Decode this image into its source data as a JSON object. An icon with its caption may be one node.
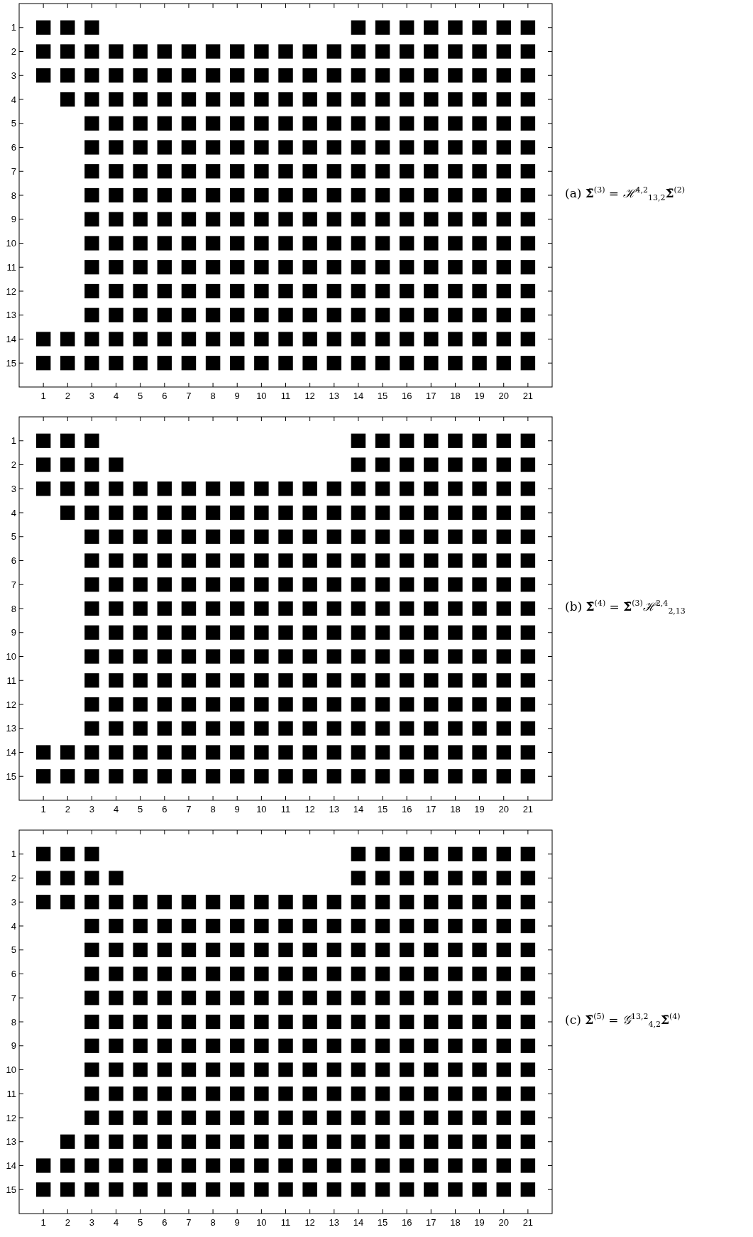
{
  "diagram": {
    "chart_data": [
      {
        "type": "scatter",
        "title": "(a) **Σ̄**$^{(3)}$ = *ℋ*$^{4,2}$$_{13,2}$**Σ̄**$^{(2)}$",
        "xlim": [
          0,
          22
        ],
        "ylim": [
          16,
          0
        ],
        "xticks": [
          1,
          2,
          3,
          4,
          5,
          6,
          7,
          8,
          9,
          10,
          11,
          12,
          13,
          14,
          15,
          16,
          17,
          18,
          19,
          20,
          21
        ],
        "yticks": [
          1,
          2,
          3,
          4,
          5,
          6,
          7,
          8,
          9,
          10,
          11,
          12,
          13,
          14,
          15
        ],
        "x": [
          1,
          2,
          3,
          14,
          15,
          16,
          17,
          18,
          19,
          20,
          21,
          1,
          2,
          3,
          4,
          5,
          6,
          7,
          8,
          9,
          10,
          11,
          12,
          13,
          14,
          15,
          16,
          17,
          18,
          19,
          20,
          21,
          1,
          2,
          3,
          4,
          5,
          6,
          7,
          8,
          9,
          10,
          11,
          12,
          13,
          14,
          15,
          16,
          17,
          18,
          19,
          20,
          21,
          2,
          3,
          4,
          5,
          6,
          7,
          8,
          9,
          10,
          11,
          12,
          13,
          14,
          15,
          16,
          17,
          18,
          19,
          20,
          21,
          3,
          4,
          5,
          6,
          7,
          8,
          9,
          10,
          11,
          12,
          13,
          14,
          15,
          16,
          17,
          18,
          19,
          20,
          21,
          3,
          4,
          5,
          6,
          7,
          8,
          9,
          10,
          11,
          12,
          13,
          14,
          15,
          16,
          17,
          18,
          19,
          20,
          21,
          3,
          4,
          5,
          6,
          7,
          8,
          9,
          10,
          11,
          12,
          13,
          14,
          15,
          16,
          17,
          18,
          19,
          20,
          21,
          3,
          4,
          5,
          6,
          7,
          8,
          9,
          10,
          11,
          12,
          13,
          14,
          15,
          16,
          17,
          18,
          19,
          20,
          21,
          3,
          4,
          5,
          6,
          7,
          8,
          9,
          10,
          11,
          12,
          13,
          14,
          15,
          16,
          17,
          18,
          19,
          20,
          21,
          3,
          4,
          5,
          6,
          7,
          8,
          9,
          10,
          11,
          12,
          13,
          14,
          15,
          16,
          17,
          18,
          19,
          20,
          21,
          3,
          4,
          5,
          6,
          7,
          8,
          9,
          10,
          11,
          12,
          13,
          14,
          15,
          16,
          17,
          18,
          19,
          20,
          21,
          3,
          4,
          5,
          6,
          7,
          8,
          9,
          10,
          11,
          12,
          13,
          14,
          15,
          16,
          17,
          18,
          19,
          20,
          21,
          3,
          4,
          5,
          6,
          7,
          8,
          9,
          10,
          11,
          12,
          13,
          14,
          15,
          16,
          17,
          18,
          19,
          20,
          21,
          1,
          2,
          3,
          4,
          5,
          6,
          7,
          8,
          9,
          10,
          11,
          12,
          13,
          14,
          15,
          16,
          17,
          18,
          19,
          20,
          21,
          1,
          2,
          3,
          4,
          5,
          6,
          7,
          8,
          9,
          10,
          11,
          12,
          13,
          14,
          15,
          16,
          17,
          18,
          19,
          20,
          21
        ],
        "values": [
          1,
          1,
          1,
          1,
          1,
          1,
          1,
          1,
          1,
          1,
          1,
          2,
          2,
          2,
          2,
          2,
          2,
          2,
          2,
          2,
          2,
          2,
          2,
          2,
          2,
          2,
          2,
          2,
          2,
          2,
          2,
          2,
          3,
          3,
          3,
          3,
          3,
          3,
          3,
          3,
          3,
          3,
          3,
          3,
          3,
          3,
          3,
          3,
          3,
          3,
          3,
          3,
          3,
          4,
          4,
          4,
          4,
          4,
          4,
          4,
          4,
          4,
          4,
          4,
          4,
          4,
          4,
          4,
          4,
          4,
          4,
          4,
          4,
          5,
          5,
          5,
          5,
          5,
          5,
          5,
          5,
          5,
          5,
          5,
          5,
          5,
          5,
          5,
          5,
          5,
          5,
          5,
          6,
          6,
          6,
          6,
          6,
          6,
          6,
          6,
          6,
          6,
          6,
          6,
          6,
          6,
          6,
          6,
          6,
          6,
          6,
          7,
          7,
          7,
          7,
          7,
          7,
          7,
          7,
          7,
          7,
          7,
          7,
          7,
          7,
          7,
          7,
          7,
          7,
          7,
          8,
          8,
          8,
          8,
          8,
          8,
          8,
          8,
          8,
          8,
          8,
          8,
          8,
          8,
          8,
          8,
          8,
          8,
          8,
          9,
          9,
          9,
          9,
          9,
          9,
          9,
          9,
          9,
          9,
          9,
          9,
          9,
          9,
          9,
          9,
          9,
          9,
          9,
          10,
          10,
          10,
          10,
          10,
          10,
          10,
          10,
          10,
          10,
          10,
          10,
          10,
          10,
          10,
          10,
          10,
          10,
          10,
          11,
          11,
          11,
          11,
          11,
          11,
          11,
          11,
          11,
          11,
          11,
          11,
          11,
          11,
          11,
          11,
          11,
          11,
          11,
          12,
          12,
          12,
          12,
          12,
          12,
          12,
          12,
          12,
          12,
          12,
          12,
          12,
          12,
          12,
          12,
          12,
          12,
          12,
          13,
          13,
          13,
          13,
          13,
          13,
          13,
          13,
          13,
          13,
          13,
          13,
          13,
          13,
          13,
          13,
          13,
          13,
          13,
          14,
          14,
          14,
          14,
          14,
          14,
          14,
          14,
          14,
          14,
          14,
          14,
          14,
          14,
          14,
          14,
          14,
          14,
          14,
          14,
          14,
          15,
          15,
          15,
          15,
          15,
          15,
          15,
          15,
          15,
          15,
          15,
          15,
          15,
          15,
          15,
          15,
          15,
          15,
          15,
          15,
          15
        ]
      },
      {
        "type": "scatter",
        "title": "(b) **Σ̄**$^{(4)}$ = **Σ̄**$^{(3)}$*ℋ*$^{2,4}$$_{2,13}$",
        "xlim": [
          0,
          22
        ],
        "ylim": [
          16,
          0
        ],
        "xticks": [
          1,
          2,
          3,
          4,
          5,
          6,
          7,
          8,
          9,
          10,
          11,
          12,
          13,
          14,
          15,
          16,
          17,
          18,
          19,
          20,
          21
        ],
        "yticks": [
          1,
          2,
          3,
          4,
          5,
          6,
          7,
          8,
          9,
          10,
          11,
          12,
          13,
          14,
          15
        ],
        "x": [
          1,
          2,
          3,
          14,
          15,
          16,
          17,
          18,
          19,
          20,
          21,
          1,
          2,
          3,
          4,
          14,
          15,
          16,
          17,
          18,
          19,
          20,
          21,
          1,
          2,
          3,
          4,
          5,
          6,
          7,
          8,
          9,
          10,
          11,
          12,
          13,
          14,
          15,
          16,
          17,
          18,
          19,
          20,
          21,
          2,
          3,
          4,
          5,
          6,
          7,
          8,
          9,
          10,
          11,
          12,
          13,
          14,
          15,
          16,
          17,
          18,
          19,
          20,
          21,
          3,
          4,
          5,
          6,
          7,
          8,
          9,
          10,
          11,
          12,
          13,
          14,
          15,
          16,
          17,
          18,
          19,
          20,
          21,
          3,
          4,
          5,
          6,
          7,
          8,
          9,
          10,
          11,
          12,
          13,
          14,
          15,
          16,
          17,
          18,
          19,
          20,
          21,
          3,
          4,
          5,
          6,
          7,
          8,
          9,
          10,
          11,
          12,
          13,
          14,
          15,
          16,
          17,
          18,
          19,
          20,
          21,
          3,
          4,
          5,
          6,
          7,
          8,
          9,
          10,
          11,
          12,
          13,
          14,
          15,
          16,
          17,
          18,
          19,
          20,
          21,
          3,
          4,
          5,
          6,
          7,
          8,
          9,
          10,
          11,
          12,
          13,
          14,
          15,
          16,
          17,
          18,
          19,
          20,
          21,
          3,
          4,
          5,
          6,
          7,
          8,
          9,
          10,
          11,
          12,
          13,
          14,
          15,
          16,
          17,
          18,
          19,
          20,
          21,
          3,
          4,
          5,
          6,
          7,
          8,
          9,
          10,
          11,
          12,
          13,
          14,
          15,
          16,
          17,
          18,
          19,
          20,
          21,
          3,
          4,
          5,
          6,
          7,
          8,
          9,
          10,
          11,
          12,
          13,
          14,
          15,
          16,
          17,
          18,
          19,
          20,
          21,
          3,
          4,
          5,
          6,
          7,
          8,
          9,
          10,
          11,
          12,
          13,
          14,
          15,
          16,
          17,
          18,
          19,
          20,
          21,
          1,
          2,
          3,
          4,
          5,
          6,
          7,
          8,
          9,
          10,
          11,
          12,
          13,
          14,
          15,
          16,
          17,
          18,
          19,
          20,
          21,
          1,
          2,
          3,
          4,
          5,
          6,
          7,
          8,
          9,
          10,
          11,
          12,
          13,
          14,
          15,
          16,
          17,
          18,
          19,
          20,
          21
        ],
        "values": [
          1,
          1,
          1,
          1,
          1,
          1,
          1,
          1,
          1,
          1,
          1,
          2,
          2,
          2,
          2,
          2,
          2,
          2,
          2,
          2,
          2,
          2,
          2,
          3,
          3,
          3,
          3,
          3,
          3,
          3,
          3,
          3,
          3,
          3,
          3,
          3,
          3,
          3,
          3,
          3,
          3,
          3,
          3,
          3,
          4,
          4,
          4,
          4,
          4,
          4,
          4,
          4,
          4,
          4,
          4,
          4,
          4,
          4,
          4,
          4,
          4,
          4,
          4,
          4,
          5,
          5,
          5,
          5,
          5,
          5,
          5,
          5,
          5,
          5,
          5,
          5,
          5,
          5,
          5,
          5,
          5,
          5,
          5,
          6,
          6,
          6,
          6,
          6,
          6,
          6,
          6,
          6,
          6,
          6,
          6,
          6,
          6,
          6,
          6,
          6,
          6,
          6,
          7,
          7,
          7,
          7,
          7,
          7,
          7,
          7,
          7,
          7,
          7,
          7,
          7,
          7,
          7,
          7,
          7,
          7,
          7,
          8,
          8,
          8,
          8,
          8,
          8,
          8,
          8,
          8,
          8,
          8,
          8,
          8,
          8,
          8,
          8,
          8,
          8,
          8,
          9,
          9,
          9,
          9,
          9,
          9,
          9,
          9,
          9,
          9,
          9,
          9,
          9,
          9,
          9,
          9,
          9,
          9,
          9,
          10,
          10,
          10,
          10,
          10,
          10,
          10,
          10,
          10,
          10,
          10,
          10,
          10,
          10,
          10,
          10,
          10,
          10,
          10,
          11,
          11,
          11,
          11,
          11,
          11,
          11,
          11,
          11,
          11,
          11,
          11,
          11,
          11,
          11,
          11,
          11,
          11,
          11,
          12,
          12,
          12,
          12,
          12,
          12,
          12,
          12,
          12,
          12,
          12,
          12,
          12,
          12,
          12,
          12,
          12,
          12,
          12,
          13,
          13,
          13,
          13,
          13,
          13,
          13,
          13,
          13,
          13,
          13,
          13,
          13,
          13,
          13,
          13,
          13,
          13,
          13,
          14,
          14,
          14,
          14,
          14,
          14,
          14,
          14,
          14,
          14,
          14,
          14,
          14,
          14,
          14,
          14,
          14,
          14,
          14,
          14,
          14,
          15,
          15,
          15,
          15,
          15,
          15,
          15,
          15,
          15,
          15,
          15,
          15,
          15,
          15,
          15,
          15,
          15,
          15,
          15,
          15,
          15
        ]
      },
      {
        "type": "scatter",
        "title": "(c) **Σ̄**$^{(5)}$ = *𝒢*$^{13,2}$$_{4,2}$**Σ̄**$^{(4)}$",
        "xlim": [
          0,
          22
        ],
        "ylim": [
          16,
          0
        ],
        "xticks": [
          1,
          2,
          3,
          4,
          5,
          6,
          7,
          8,
          9,
          10,
          11,
          12,
          13,
          14,
          15,
          16,
          17,
          18,
          19,
          20,
          21
        ],
        "yticks": [
          1,
          2,
          3,
          4,
          5,
          6,
          7,
          8,
          9,
          10,
          11,
          12,
          13,
          14,
          15
        ],
        "x": [
          1,
          2,
          3,
          14,
          15,
          16,
          17,
          18,
          19,
          20,
          21,
          1,
          2,
          3,
          4,
          14,
          15,
          16,
          17,
          18,
          19,
          20,
          21,
          1,
          2,
          3,
          4,
          5,
          6,
          7,
          8,
          9,
          10,
          11,
          12,
          13,
          14,
          15,
          16,
          17,
          18,
          19,
          20,
          21,
          3,
          4,
          5,
          6,
          7,
          8,
          9,
          10,
          11,
          12,
          13,
          14,
          15,
          16,
          17,
          18,
          19,
          20,
          21,
          3,
          4,
          5,
          6,
          7,
          8,
          9,
          10,
          11,
          12,
          13,
          14,
          15,
          16,
          17,
          18,
          19,
          20,
          21,
          3,
          4,
          5,
          6,
          7,
          8,
          9,
          10,
          11,
          12,
          13,
          14,
          15,
          16,
          17,
          18,
          19,
          20,
          21,
          3,
          4,
          5,
          6,
          7,
          8,
          9,
          10,
          11,
          12,
          13,
          14,
          15,
          16,
          17,
          18,
          19,
          20,
          21,
          3,
          4,
          5,
          6,
          7,
          8,
          9,
          10,
          11,
          12,
          13,
          14,
          15,
          16,
          17,
          18,
          19,
          20,
          21,
          3,
          4,
          5,
          6,
          7,
          8,
          9,
          10,
          11,
          12,
          13,
          14,
          15,
          16,
          17,
          18,
          19,
          20,
          21,
          3,
          4,
          5,
          6,
          7,
          8,
          9,
          10,
          11,
          12,
          13,
          14,
          15,
          16,
          17,
          18,
          19,
          20,
          21,
          3,
          4,
          5,
          6,
          7,
          8,
          9,
          10,
          11,
          12,
          13,
          14,
          15,
          16,
          17,
          18,
          19,
          20,
          21,
          3,
          4,
          5,
          6,
          7,
          8,
          9,
          10,
          11,
          12,
          13,
          14,
          15,
          16,
          17,
          18,
          19,
          20,
          21,
          2,
          3,
          4,
          5,
          6,
          7,
          8,
          9,
          10,
          11,
          12,
          13,
          14,
          15,
          16,
          17,
          18,
          19,
          20,
          21,
          1,
          2,
          3,
          4,
          5,
          6,
          7,
          8,
          9,
          10,
          11,
          12,
          13,
          14,
          15,
          16,
          17,
          18,
          19,
          20,
          21,
          1,
          2,
          3,
          4,
          5,
          6,
          7,
          8,
          9,
          10,
          11,
          12,
          13,
          14,
          15,
          16,
          17,
          18,
          19,
          20,
          21
        ],
        "values": [
          1,
          1,
          1,
          1,
          1,
          1,
          1,
          1,
          1,
          1,
          1,
          2,
          2,
          2,
          2,
          2,
          2,
          2,
          2,
          2,
          2,
          2,
          2,
          3,
          3,
          3,
          3,
          3,
          3,
          3,
          3,
          3,
          3,
          3,
          3,
          3,
          3,
          3,
          3,
          3,
          3,
          3,
          3,
          3,
          4,
          4,
          4,
          4,
          4,
          4,
          4,
          4,
          4,
          4,
          4,
          4,
          4,
          4,
          4,
          4,
          4,
          4,
          4,
          5,
          5,
          5,
          5,
          5,
          5,
          5,
          5,
          5,
          5,
          5,
          5,
          5,
          5,
          5,
          5,
          5,
          5,
          5,
          6,
          6,
          6,
          6,
          6,
          6,
          6,
          6,
          6,
          6,
          6,
          6,
          6,
          6,
          6,
          6,
          6,
          6,
          6,
          7,
          7,
          7,
          7,
          7,
          7,
          7,
          7,
          7,
          7,
          7,
          7,
          7,
          7,
          7,
          7,
          7,
          7,
          7,
          8,
          8,
          8,
          8,
          8,
          8,
          8,
          8,
          8,
          8,
          8,
          8,
          8,
          8,
          8,
          8,
          8,
          8,
          8,
          9,
          9,
          9,
          9,
          9,
          9,
          9,
          9,
          9,
          9,
          9,
          9,
          9,
          9,
          9,
          9,
          9,
          9,
          9,
          10,
          10,
          10,
          10,
          10,
          10,
          10,
          10,
          10,
          10,
          10,
          10,
          10,
          10,
          10,
          10,
          10,
          10,
          10,
          11,
          11,
          11,
          11,
          11,
          11,
          11,
          11,
          11,
          11,
          11,
          11,
          11,
          11,
          11,
          11,
          11,
          11,
          11,
          12,
          12,
          12,
          12,
          12,
          12,
          12,
          12,
          12,
          12,
          12,
          12,
          12,
          12,
          12,
          12,
          12,
          12,
          12,
          13,
          13,
          13,
          13,
          13,
          13,
          13,
          13,
          13,
          13,
          13,
          13,
          13,
          13,
          13,
          13,
          13,
          13,
          13,
          13,
          14,
          14,
          14,
          14,
          14,
          14,
          14,
          14,
          14,
          14,
          14,
          14,
          14,
          14,
          14,
          14,
          14,
          14,
          14,
          14,
          14,
          15,
          15,
          15,
          15,
          15,
          15,
          15,
          15,
          15,
          15,
          15,
          15,
          15,
          15,
          15,
          15,
          15,
          15,
          15,
          15,
          15
        ]
      }
    ]
  }
}
